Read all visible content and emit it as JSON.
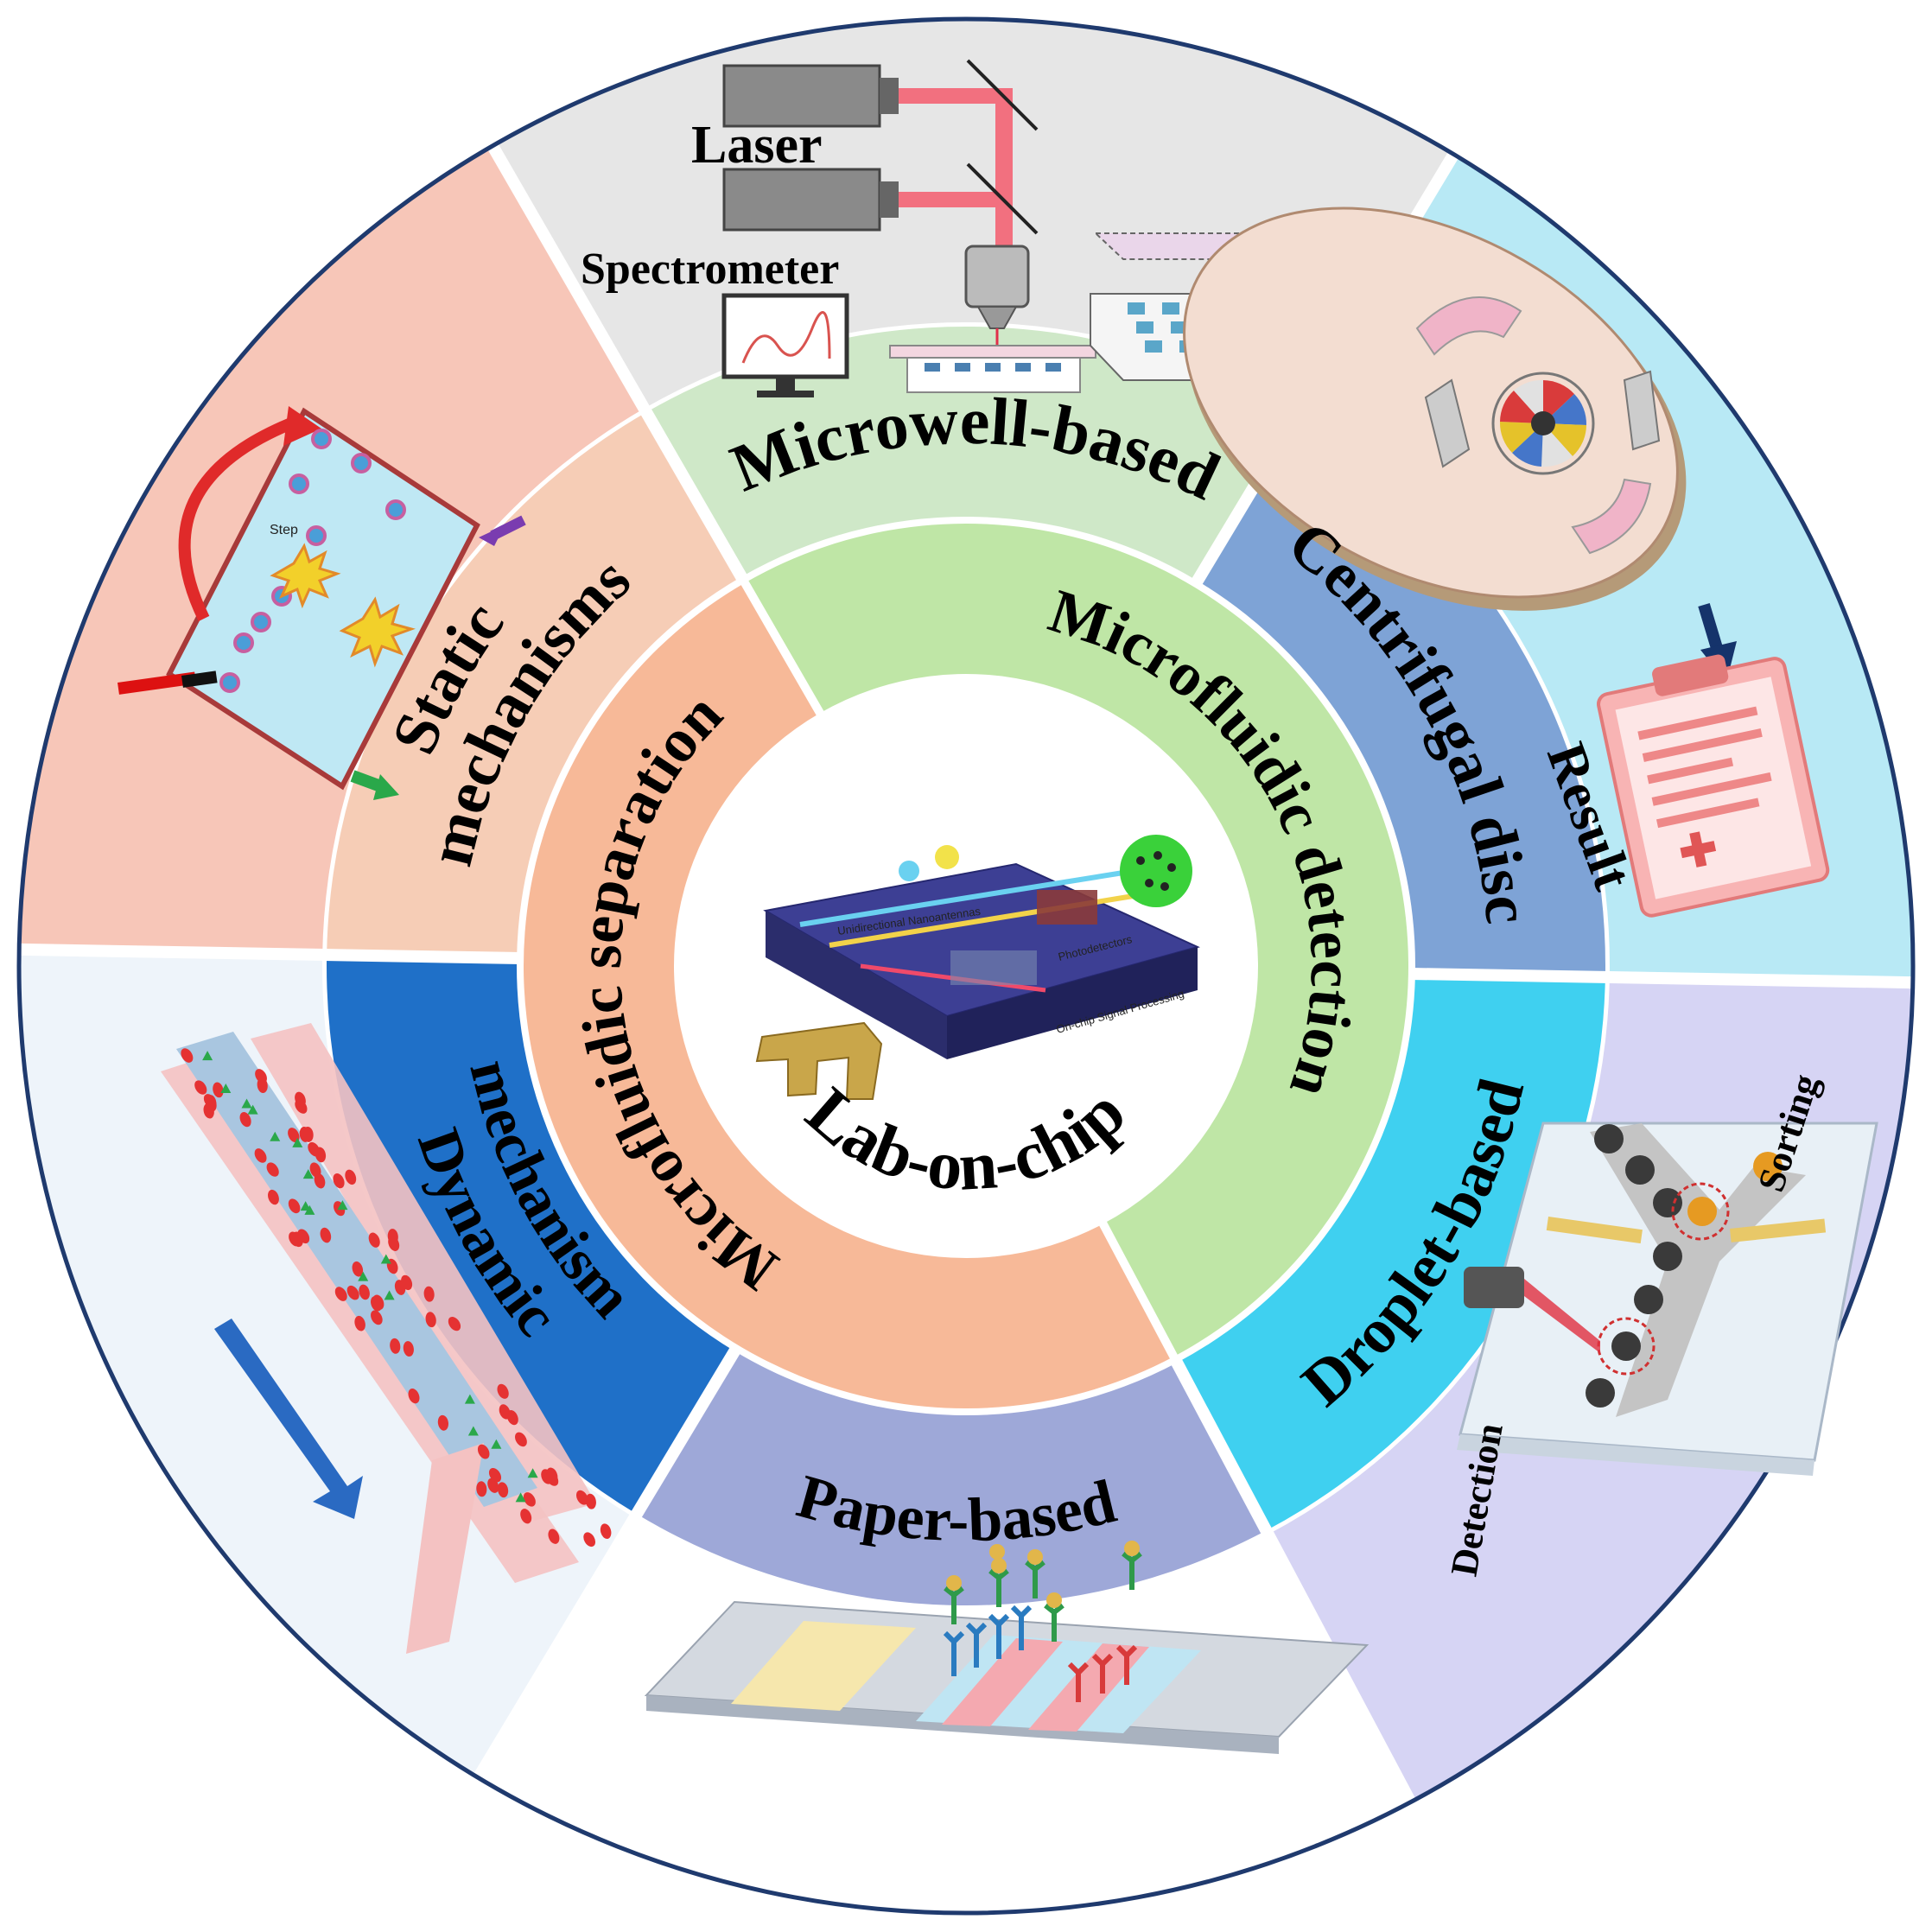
{
  "center": {
    "label": "Lab-on-chip"
  },
  "inner_ring": {
    "separation": "Microfluidic separation",
    "detection": "Microfluidic detection"
  },
  "middle_ring": {
    "microwell": "Microwell-based",
    "centrifugal": "Centrifugal disc",
    "droplet": "Droplet-based",
    "paper": "Paper-based",
    "dynamic": [
      "Dynamic",
      "mechanism"
    ],
    "static": [
      "Static",
      "mechanisms"
    ]
  },
  "outer_ring": {
    "laser": "Laser",
    "spectrometer": "Spectrometer",
    "result": "Result",
    "sorting": "Sorting",
    "detection": "Detection"
  },
  "chip_small_labels": {
    "photodetectors": "Photodetectors",
    "signal_processing": "On-chip Signal Processing",
    "nanoantennas": "Unidirectional Nanoantennas",
    "step": "Step"
  },
  "colors": {
    "outer_grey": "#e6e6e6",
    "outer_cyan": "#b8e9f5",
    "outer_lavender": "#d6d4f4",
    "outer_pale_blue": "#eef4fa",
    "outer_salmon": "#f7c6b8",
    "middle_microwell": "#cfe8c8",
    "middle_centrifugal": "#7ea3d6",
    "middle_droplet": "#3fd0f0",
    "middle_paper": "#9ea8d8",
    "middle_dynamic": "#1f70c8",
    "middle_static": "#f6cdb6",
    "inner_detection": "#bfe6a6",
    "inner_separation": "#f7b998",
    "border": "#1f3a6e"
  }
}
